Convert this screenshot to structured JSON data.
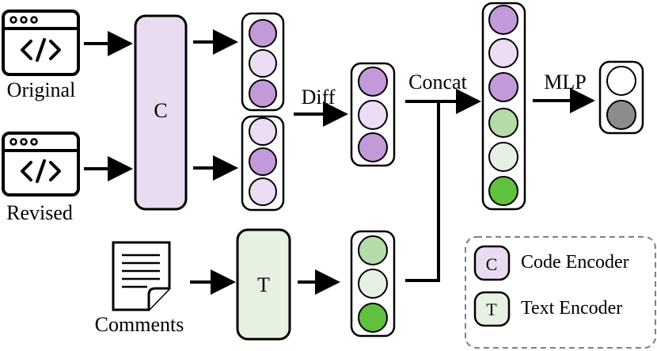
{
  "inputs": {
    "original": {
      "label": "Original",
      "icon": "code-window-icon"
    },
    "revised": {
      "label": "Revised",
      "icon": "code-window-icon"
    },
    "comments": {
      "label": "Comments",
      "icon": "document-icon"
    }
  },
  "encoders": {
    "code": {
      "letter": "C",
      "fill": "#eadcf0"
    },
    "text": {
      "letter": "T",
      "fill": "#e6f1e2"
    }
  },
  "operations": {
    "diff": "Diff",
    "concat": "Concat",
    "mlp": "MLP"
  },
  "legend": {
    "items": [
      {
        "letter": "C",
        "label": "Code Encoder"
      },
      {
        "letter": "T",
        "label": "Text Encoder"
      }
    ]
  },
  "colors": {
    "purple_dark": "#c39ad9",
    "purple_light": "#ecdcf4",
    "green_light": "#b5dba9",
    "green_pale": "#e5f2e3",
    "green_dark": "#5fc13d",
    "output_white": "#ffffff",
    "output_gray": "#8c8c8c"
  }
}
